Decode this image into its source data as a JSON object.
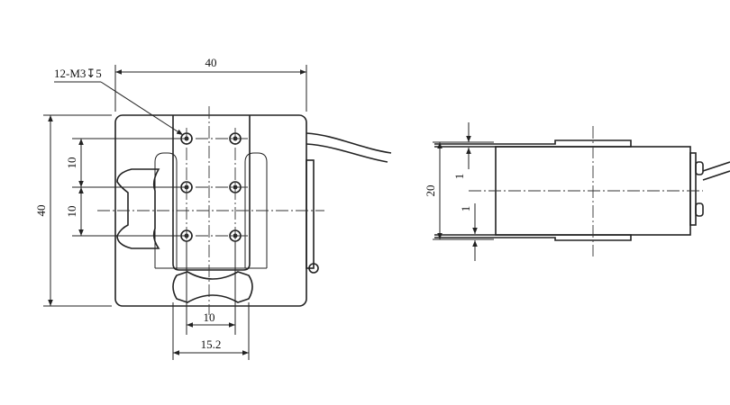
{
  "front_view": {
    "hole_callout": "12-M3↧5",
    "dim_width": "40",
    "dim_height": "40",
    "dim_pitch_upper": "10",
    "dim_pitch_lower": "10",
    "dim_slot_pitch": "10",
    "dim_slot_width": "15.2"
  },
  "side_view": {
    "dim_height": "20",
    "dim_top_offset": "1",
    "dim_bottom_offset": "1"
  }
}
